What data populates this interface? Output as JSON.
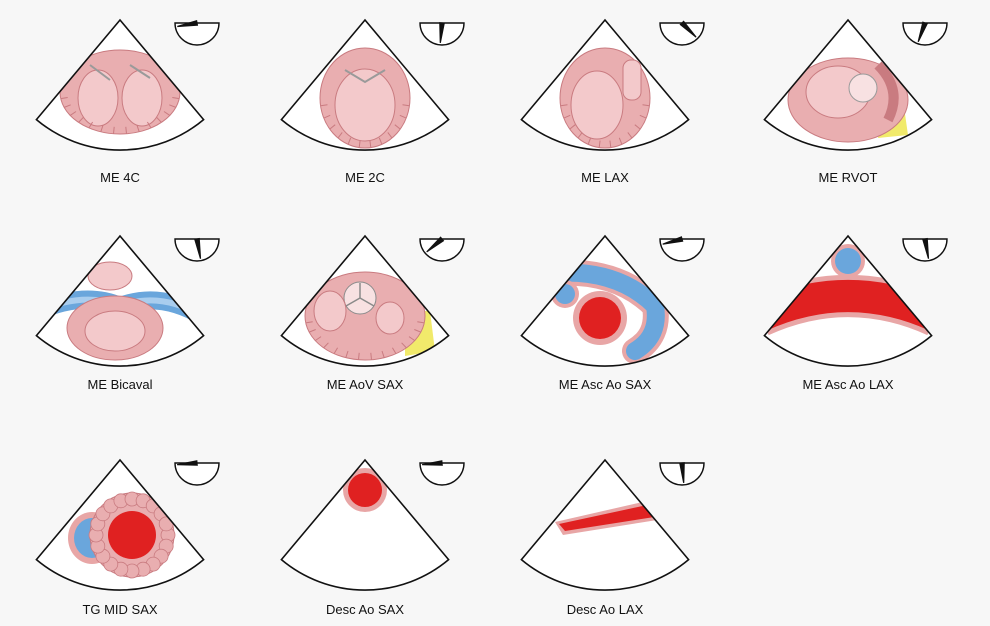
{
  "figure": {
    "views": [
      {
        "id": "me-4c",
        "label": "ME 4C",
        "content": "heart-4c",
        "angle_indicator_deg": 10
      },
      {
        "id": "me-2c",
        "label": "ME 2C",
        "content": "heart-2c",
        "angle_indicator_deg": 85
      },
      {
        "id": "me-lax",
        "label": "ME LAX",
        "content": "heart-lax",
        "angle_indicator_deg": 135
      },
      {
        "id": "me-rvot",
        "label": "ME RVOT",
        "content": "heart-rvot",
        "angle_indicator_deg": 70
      },
      {
        "id": "me-bicaval",
        "label": "ME Bicaval",
        "content": "heart-bicaval",
        "angle_indicator_deg": 100
      },
      {
        "id": "me-aov-sax",
        "label": "ME AoV SAX",
        "content": "heart-aov-sax",
        "angle_indicator_deg": 40
      },
      {
        "id": "me-asc-ao-sax",
        "label": "ME Asc Ao SAX",
        "content": "asc-ao-sax",
        "angle_indicator_deg": 15
      },
      {
        "id": "me-asc-ao-lax",
        "label": "ME Asc Ao LAX",
        "content": "asc-ao-lax",
        "angle_indicator_deg": 100
      },
      {
        "id": "tg-mid-sax",
        "label": "TG MID SAX",
        "content": "tg-mid-sax",
        "angle_indicator_deg": 5
      },
      {
        "id": "desc-ao-sax",
        "label": "Desc Ao SAX",
        "content": "desc-ao-sax",
        "angle_indicator_deg": 5
      },
      {
        "id": "desc-ao-lax",
        "label": "Desc Ao LAX",
        "content": "desc-ao-lax",
        "angle_indicator_deg": 95
      }
    ],
    "colors": {
      "blood": "#e02121",
      "blood_light": "#f04343",
      "vessel_wall": "#e8a6a6",
      "venous": "#6aa6dc",
      "venous_light": "#a9cdee",
      "myocardium": "#e9aeb0",
      "myocardium_dark": "#c97b80",
      "cavity": "#f3c9cb",
      "fat": "#f1ea6b",
      "outline": "#111111"
    }
  }
}
